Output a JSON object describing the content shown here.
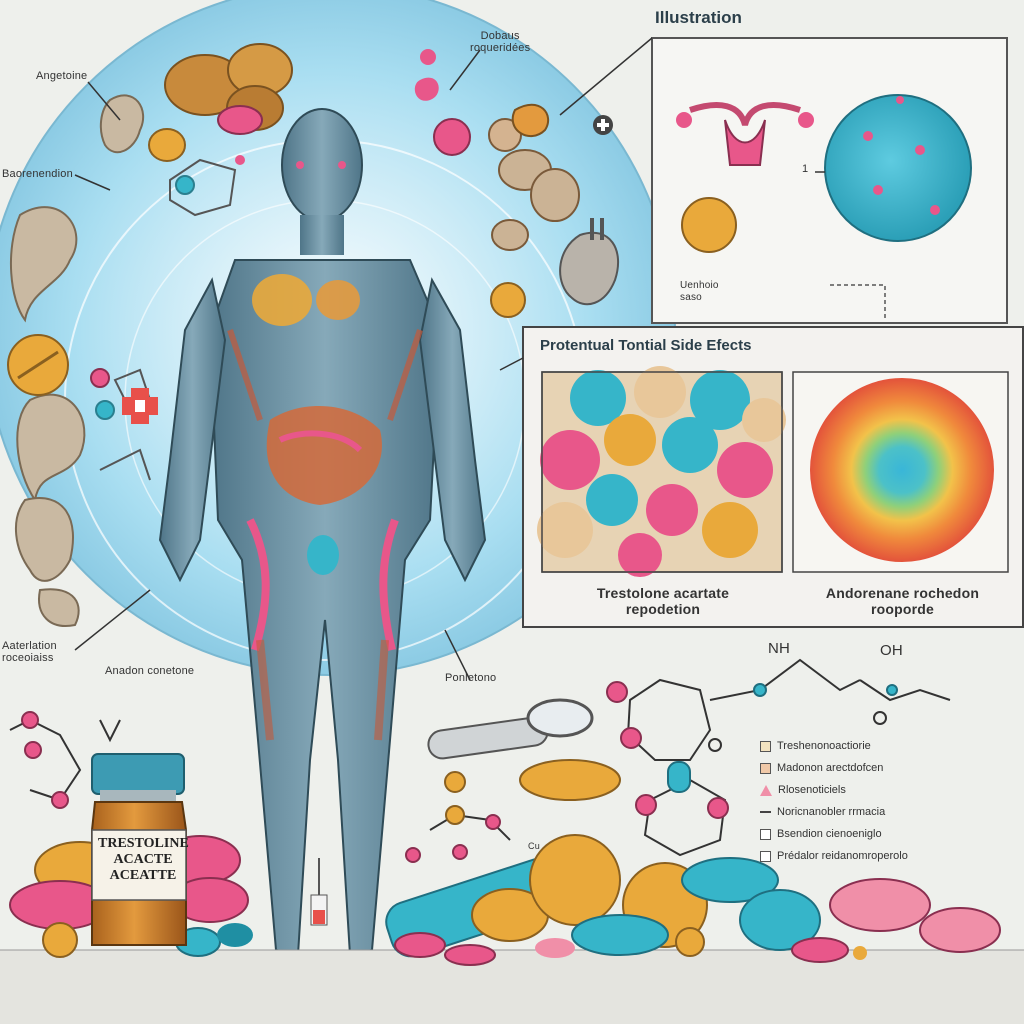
{
  "header": {
    "title": "Illustration"
  },
  "labels": {
    "top_left": "Angetoine",
    "top_center": "Dobaus\nroqueridées",
    "left_upper": "Baorenendion",
    "left_lower": "Aaterlation\nroceoiaiss",
    "bottom_left": "Anadon conetone",
    "bottom_right": "Ponletono",
    "inset_caption": "Uenhoio\nsaso",
    "inset_marker": "1",
    "chem_top_nh": "NH",
    "chem_top_oh": "OH",
    "chem_small": "Cu"
  },
  "side_effects": {
    "title": "Protentual Tontial Side Efects",
    "left_caption": "Trestolone acartate\nrepodetion",
    "right_caption": "Andorenane rochedon\nrooporde"
  },
  "vial": {
    "label": "TRESTOLINE\nACACTE\nACEATTE"
  },
  "legend": [
    {
      "label": "Treshenonoactiorie",
      "swatch": "#f3e3c0",
      "marker": "box"
    },
    {
      "label": "Madonon arectdofcen",
      "swatch": "#f0c9a8",
      "marker": "box"
    },
    {
      "label": "Rlosenoticiels",
      "swatch": "#f08fa8",
      "marker": "triangle"
    },
    {
      "label": "Noricnanobler rrmacia",
      "swatch": "#444444",
      "marker": "dash"
    },
    {
      "label": "Bsendion cienoeniglo",
      "swatch": "#ffffff",
      "marker": "box"
    },
    {
      "label": "Prédalor reidanomroperolo",
      "swatch": "#ffffff",
      "marker": "box"
    }
  ],
  "colors": {
    "pill_pink": "#e8578a",
    "pill_teal": "#36b5c9",
    "pill_orange": "#e9a93b",
    "pill_tan": "#e8c79a",
    "halo_blue": "#9fd9ee",
    "body_blue": "#6f95a8"
  },
  "icons": [
    "plus-icon",
    "magnifier-icon",
    "heart-icon",
    "uterus-icon",
    "cell-icon"
  ]
}
